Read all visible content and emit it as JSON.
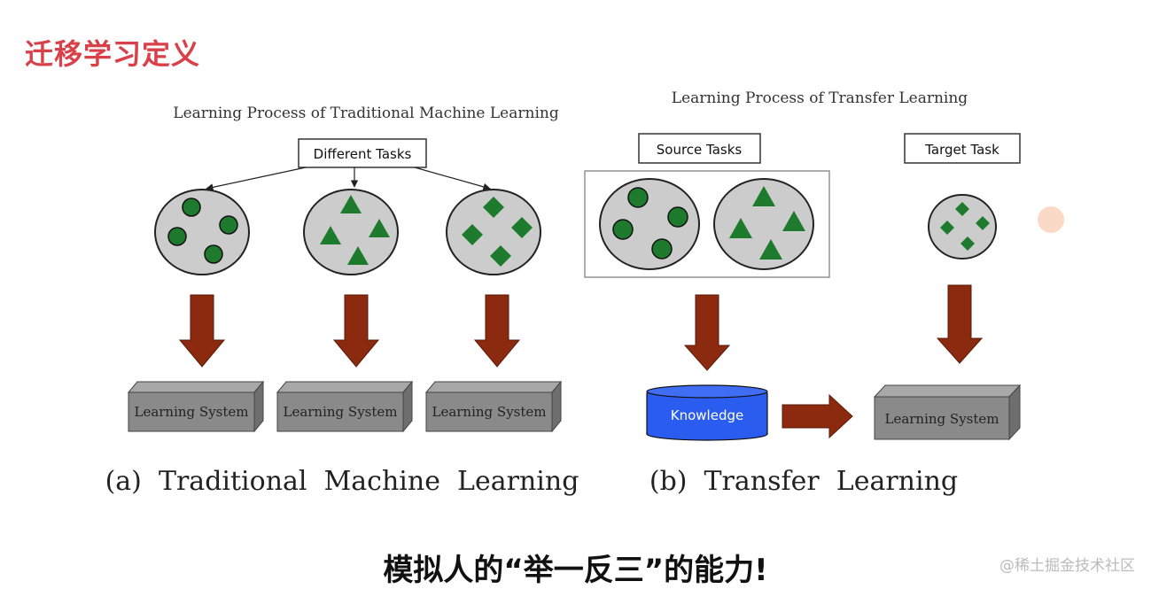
{
  "slide": {
    "title": "迁移学习定义",
    "caption": "模拟人的“举一反三”的能力!",
    "watermark": "@稀土掘金技术社区"
  },
  "colors": {
    "title": "#d9414a",
    "arrow": "#8b2a0e",
    "shape": "#1e7a2c",
    "circle": "#cccccc",
    "box": "#8a8a8a",
    "knowledge": "#2a5cf0"
  },
  "left": {
    "heading": "Learning Process of Traditional Machine Learning",
    "tasks_label": "Different Tasks",
    "system_label": "Learning System",
    "caption": "(a)  Traditional  Machine  Learning"
  },
  "right": {
    "heading": "Learning Process of Transfer Learning",
    "source_label": "Source Tasks",
    "target_label": "Target Task",
    "knowledge_label": "Knowledge",
    "system_label": "Learning System",
    "caption": "(b)  Transfer  Learning"
  }
}
